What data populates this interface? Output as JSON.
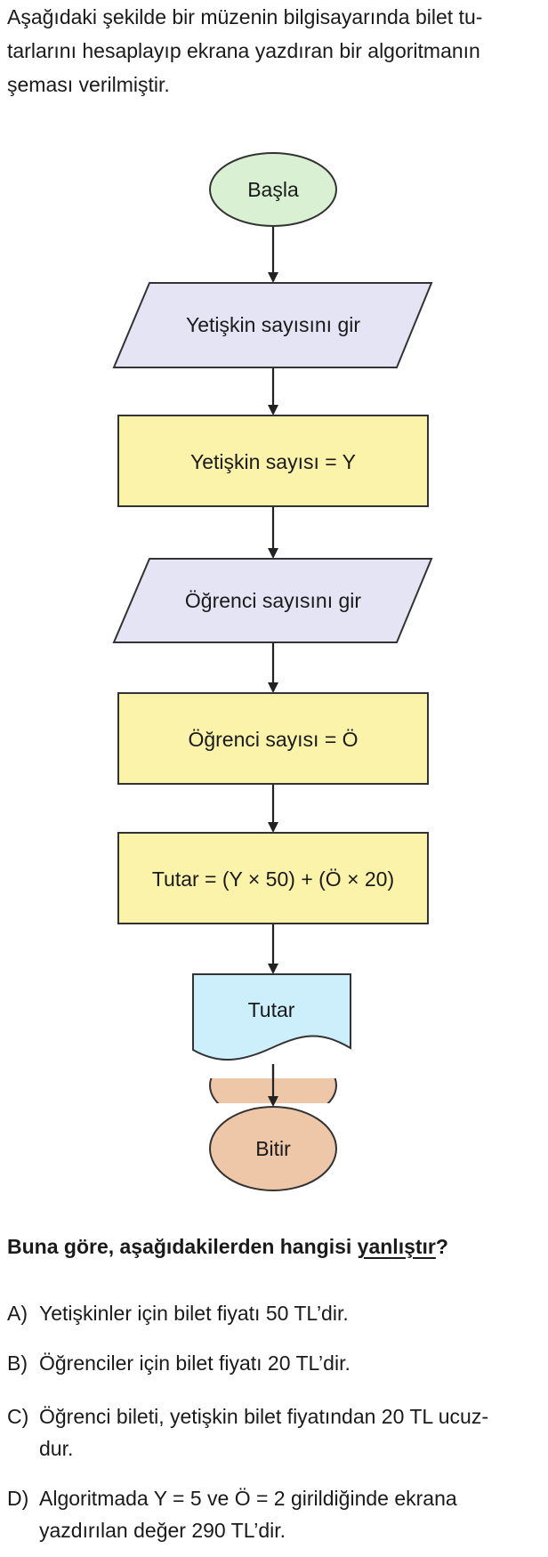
{
  "intro": {
    "line1": "Aşağıdaki şekilde bir müzenin bilgisayarında bilet tu-",
    "line2": "tarlarını hesaplayıp ekrana yazdıran bir algoritmanın",
    "line3": "şeması verilmiştir."
  },
  "flowchart": {
    "start": "Başla",
    "input_adult": "Yetişkin sayısını gir",
    "assign_adult": "Yetişkin sayısı = Y",
    "input_student": "Öğrenci sayısını gir",
    "assign_student": "Öğrenci sayısı = Ö",
    "compute": "Tutar = (Y × 50) + (Ö × 20)",
    "output": "Tutar",
    "end": "Bitir",
    "colors": {
      "start": "#d9f0d3",
      "input": "#e4e4f5",
      "process": "#fbf3aa",
      "output": "#cdeefb",
      "end": "#eec7a9",
      "stroke": "#333333"
    }
  },
  "question": {
    "prefix": "Buna göre, aşağıdakilerden hangisi ",
    "emphasis": "yanlıştır",
    "suffix": "?"
  },
  "options": {
    "a": {
      "letter": "A)",
      "line1": "Yetişkinler için bilet fiyatı 50 TL’dir."
    },
    "b": {
      "letter": "B)",
      "line1": "Öğrenciler için bilet fiyatı 20 TL’dir."
    },
    "c": {
      "letter": "C)",
      "line1": "Öğrenci bileti, yetişkin bilet fiyatından 20 TL ucuz-",
      "line2": "dur."
    },
    "d": {
      "letter": "D)",
      "line1": "Algoritmada Y = 5 ve Ö = 2 girildiğinde ekrana",
      "line2": "yazdırılan değer 290 TL’dir."
    }
  }
}
